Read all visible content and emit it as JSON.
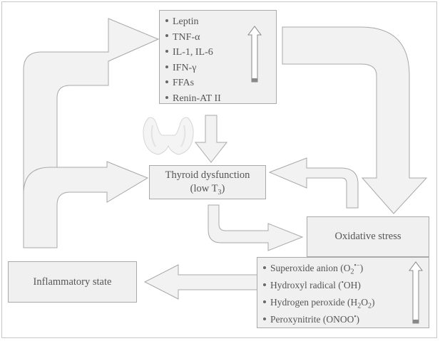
{
  "cytokines": {
    "items": [
      "Leptin",
      "TNF-α",
      "IL-1, IL-6",
      "IFN-γ",
      "FFAs",
      "Renin-AT II"
    ]
  },
  "thyroid": {
    "line1": "Thyroid dysfunction",
    "line2_prefix": "(low T",
    "line2_sub": "3",
    "line2_suffix": ")"
  },
  "oxidative": {
    "label": "Oxidative stress"
  },
  "inflammatory": {
    "label": "Inflammatory state"
  },
  "species": {
    "superoxide": {
      "text": "Superoxide anion (O",
      "sub": "2",
      "sup": "•−",
      "end": ")"
    },
    "hydroxyl": {
      "text": "Hydroxyl radical (",
      "sup": "•",
      "end": "OH)"
    },
    "peroxide": {
      "text": "Hydrogen peroxide (H",
      "sub1": "2",
      "mid": "O",
      "sub2": "2",
      "end": ")"
    },
    "peroxynitrite": {
      "text": "Peroxynitrite (ONOO",
      "sup": "•",
      "end": ")"
    }
  },
  "colors": {
    "arrow_fill": "#f2f2f2",
    "arrow_stroke": "#a8a8a8",
    "box_fill": "#f0f0f0",
    "text": "#555555"
  }
}
